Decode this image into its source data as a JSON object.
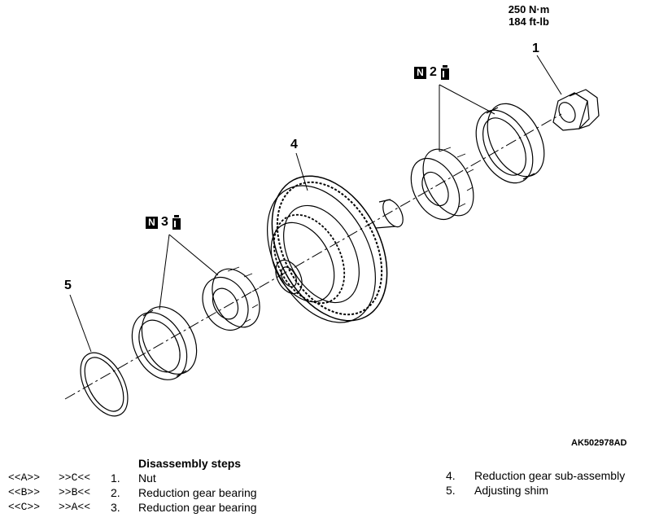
{
  "torque": {
    "nm": "250 N·m",
    "ftlb": "184 ft-lb"
  },
  "figure_code": "AK502978AD",
  "callouts": {
    "c1": "1",
    "c2": "2",
    "c3": "3",
    "c4": "4",
    "c5": "5"
  },
  "badge_letter": "N",
  "steps_title": "Disassembly steps",
  "steps_left": [
    {
      "a": "<<A>>",
      "b": ">>C<<",
      "num": "1.",
      "text": "Nut"
    },
    {
      "a": "<<B>>",
      "b": ">>B<<",
      "num": "2.",
      "text": "Reduction gear bearing"
    },
    {
      "a": "<<C>>",
      "b": ">>A<<",
      "num": "3.",
      "text": "Reduction gear bearing"
    }
  ],
  "steps_right": [
    {
      "num": "4.",
      "text": "Reduction gear sub-assembly"
    },
    {
      "num": "5.",
      "text": "Adjusting shim"
    }
  ]
}
